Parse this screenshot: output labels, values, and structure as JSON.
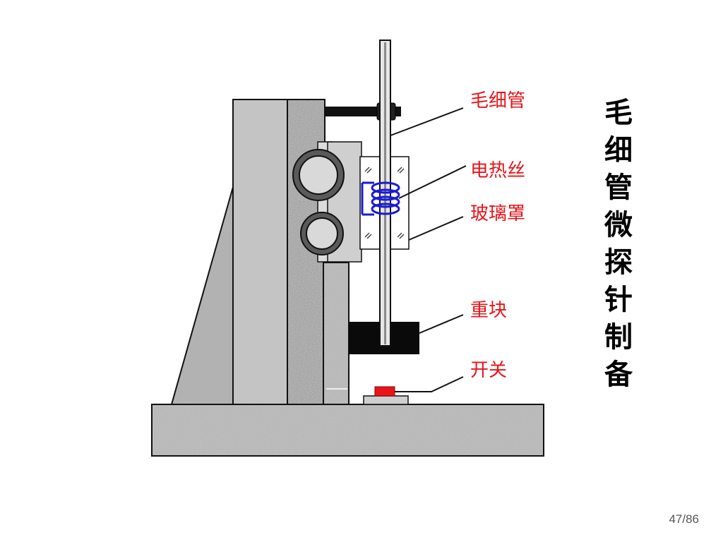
{
  "title": "毛细管微探针制备",
  "labels": {
    "capillary": "毛细管",
    "heating_wire": "电热丝",
    "glass_cover": "玻璃罩",
    "weight": "重块",
    "switch": "开关"
  },
  "page_number": "47/86",
  "colors": {
    "label_text": "#e8141a",
    "coil": "#1a1ad8",
    "switch_button": "#e8141a",
    "granite": "#a9a9a9",
    "gray_plate": "#c4c4c4"
  }
}
